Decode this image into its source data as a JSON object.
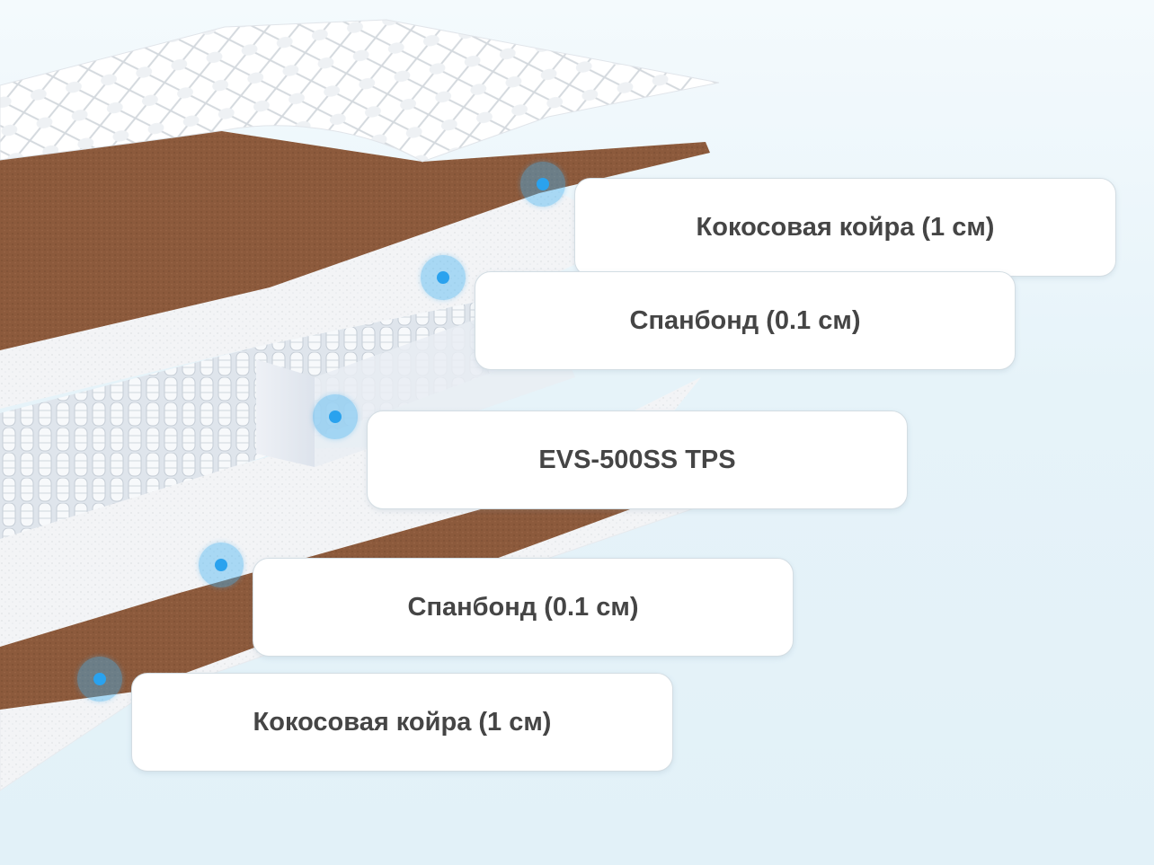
{
  "layers": [
    {
      "label": "Кокосовая койра (1 см)"
    },
    {
      "label": "Спанбонд (0.1 см)"
    },
    {
      "label": "EVS-500SS TPS"
    },
    {
      "label": "Спанбонд (0.1 см)"
    },
    {
      "label": "Кокосовая койра (1 см)"
    }
  ],
  "colors": {
    "coir": "#8c5a3c",
    "marker": "#2aa2ee",
    "label_text": "#454545",
    "background": "#e6f3f9"
  }
}
